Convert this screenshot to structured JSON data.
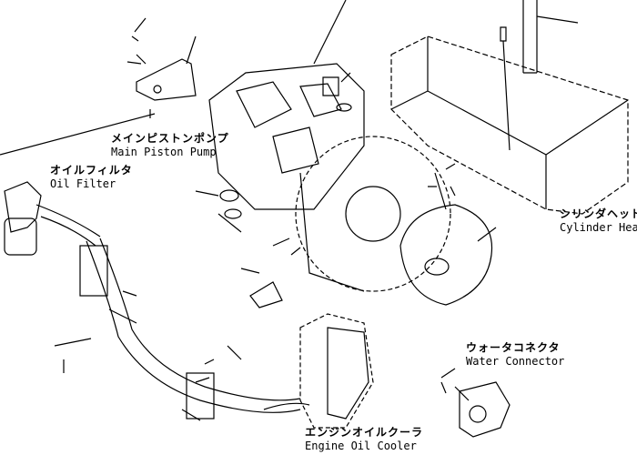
{
  "title": "Engine parts diagram",
  "labels": {
    "main_piston_pump": {
      "jp": "メインピストンポンプ",
      "en": "Main Piston Pump"
    },
    "oil_filter": {
      "jp": "オイルフィルタ",
      "en": "Oil Filter"
    },
    "cylinder_head": {
      "jp": "シリンダヘッド",
      "en": "Cylinder Head"
    },
    "water_connector": {
      "jp": "ウォータコネクタ",
      "en": "Water Connector"
    },
    "engine_oil_cooler": {
      "jp": "エンジンオイルクーラ",
      "en": "Engine Oil Cooler"
    }
  },
  "colors": {
    "ink": "#000000",
    "background": "#ffffff"
  }
}
